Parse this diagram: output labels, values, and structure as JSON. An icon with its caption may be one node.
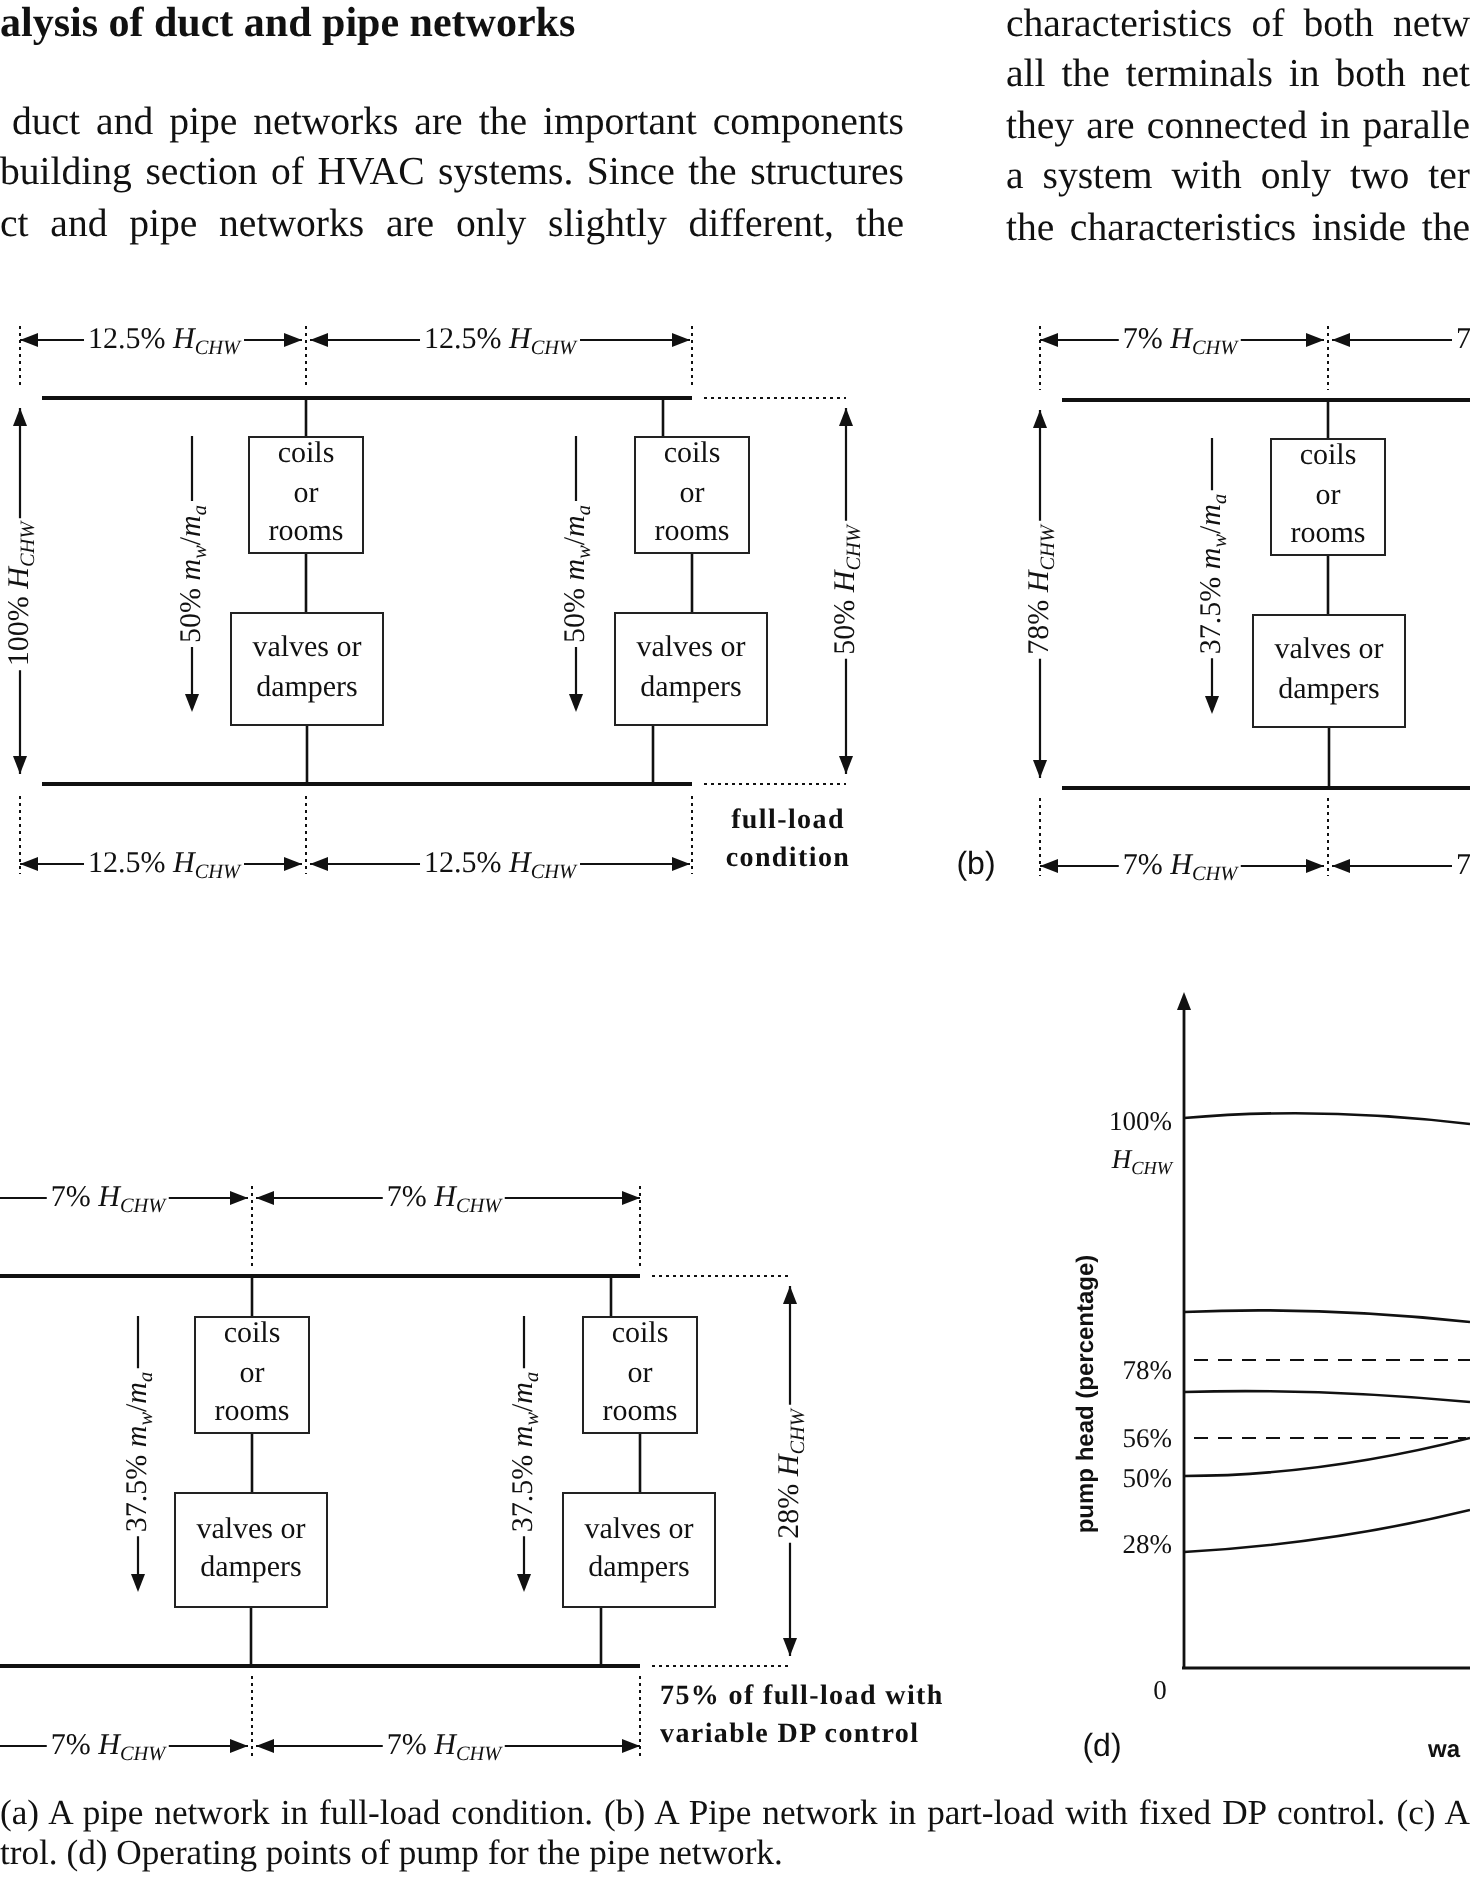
{
  "diagram": {
    "title": "alysis of duct and pipe networks",
    "caption": "(a) A pipe network in full-load condition. (b) A Pipe network in part-load with fixed DP control. (c) A trol. (d) Operating points of pump for the pipe network.",
    "nodes": [
      {
        "text": [],
        "shape": "bar"
      },
      {
        "text": [
          "coils or rooms"
        ]
      },
      {
        "text": [
          "valves or dampers"
        ]
      },
      {
        "text": [
          "coils or rooms"
        ]
      },
      {
        "text": [
          "valves or dampers"
        ]
      },
      {
        "text": [],
        "shape": "bar"
      },
      {
        "text": [],
        "shape": "bar"
      },
      {
        "text": [
          "coils or rooms"
        ]
      },
      {
        "text": [
          "valves or dampers"
        ]
      },
      {
        "text": [],
        "shape": "bar"
      },
      {
        "text": [],
        "shape": "bar"
      },
      {
        "text": [
          "coils or rooms"
        ]
      },
      {
        "text": [
          "valves or dampers"
        ]
      },
      {
        "text": [
          "coils or rooms"
        ]
      },
      {
        "text": [
          "valves or dampers"
        ]
      },
      {
        "text": [],
        "shape": "bar"
      }
    ],
    "edges": [
      {
        "from": 0,
        "to": 1,
        "arrow": "none"
      },
      {
        "from": 1,
        "to": 2,
        "arrow": "none"
      },
      {
        "from": 2,
        "to": 5,
        "arrow": "none"
      },
      {
        "from": 0,
        "to": 3,
        "arrow": "none"
      },
      {
        "from": 3,
        "to": 4,
        "arrow": "none"
      },
      {
        "from": 4,
        "to": 5,
        "arrow": "none"
      },
      {
        "from": 6,
        "to": 7,
        "arrow": "none"
      },
      {
        "from": 7,
        "to": 8,
        "arrow": "none"
      },
      {
        "from": 8,
        "to": 9,
        "arrow": "none"
      },
      {
        "from": 10,
        "to": 11,
        "arrow": "none"
      },
      {
        "from": 11,
        "to": 12,
        "arrow": "none"
      },
      {
        "from": 12,
        "to": 15,
        "arrow": "none"
      },
      {
        "from": 10,
        "to": 13,
        "arrow": "none"
      },
      {
        "from": 13,
        "to": 14,
        "arrow": "none"
      },
      {
        "from": 14,
        "to": 15,
        "arrow": "none"
      }
    ],
    "labels": [
      "duct and pipe networks are the important components building section of HVAC systems. Since the structures ct and pipe networks are only slightly different, the",
      "characteristics of both netw all the terminals in both net they are connected in paralle a system with only two ter the characteristics inside the",
      "12.5% *H*$_{CHW}$",
      "12.5% *H*$_{CHW}$",
      "100% *H*$_{CHW}$",
      "50% *m*$_{w}$/*m*$_{a}$",
      "50% *m*$_{w}$/*m*$_{a}$",
      "50% *H*$_{CHW}$",
      "12.5% *H*$_{CHW}$",
      "12.5% *H*$_{CHW}$",
      "full-load condition",
      "7% *H*$_{CHW}$",
      "7",
      "78% *H*$_{CHW}$",
      "37.5% *m*$_{w}$/*m*$_{a}$",
      "(b)",
      "7% *H*$_{CHW}$",
      "7",
      "7% *H*$_{CHW}$",
      "7% *H*$_{CHW}$",
      "37.5% *m*$_{w}$/*m*$_{a}$",
      "37.5% *m*$_{w}$/*m*$_{a}$",
      "28% *H*$_{CHW}$",
      "7% *H*$_{CHW}$",
      "7% *H*$_{CHW}$",
      "75% of full-load with variable DP control",
      "100% *H*$_{CHW}$",
      "pump head (percentage)",
      "78%",
      "56%",
      "50%",
      "28%",
      "0",
      "(d)",
      "wa"
    ]
  }
}
